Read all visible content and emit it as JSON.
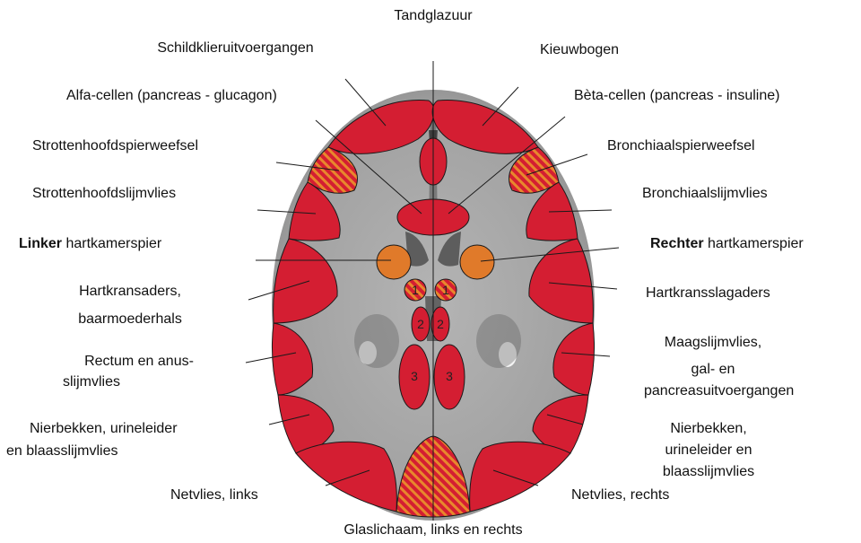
{
  "labels": {
    "tandglazuur": "Tandglazuur",
    "schildklier": "Schildklieruitvoergangen",
    "kieuwbogen": "Kieuwbogen",
    "alfa": "Alfa-cellen (pancreas - glucagon)",
    "beta": "Bèta-cellen (pancreas - insuline)",
    "strottenhoofdspier": "Strottenhoofdspierweefsel",
    "bronchiaalspier": "Bronchiaalspierweefsel",
    "strottenhoofdslijm": "Strottenhoofdslijmvlies",
    "bronchiaalslijm": "Bronchiaalslijmvlies",
    "linker_bold": "Linker",
    "linker_rest": " hartkamerspier",
    "rechter_bold": "Rechter",
    "rechter_rest": " hartkamerspier",
    "hartkransaders_1": "Hartkransaders,",
    "hartkransaders_2": "baarmoederhals",
    "hartkransslagaders": "Hartkransslagaders",
    "rectum_1": "Rectum en anus-",
    "rectum_2": "slijmvlies",
    "maag_1": "Maagslijmvlies,",
    "maag_2": "gal- en",
    "maag_3": "pancreasuitvoergangen",
    "nier_links_1": "Nierbekken, urineleider",
    "nier_links_2": "en blaasslijmvlies",
    "nier_rechts_1": "Nierbekken,",
    "nier_rechts_2": "urineleider  en",
    "nier_rechts_3": "blaasslijmvlies",
    "netvlies_links": "Netvlies, links",
    "netvlies_rechts": "Netvlies, rechts",
    "glaslichaam": "Glaslichaam, links en rechts"
  },
  "numbers": {
    "n1": "1",
    "n2": "2",
    "n3": "3"
  },
  "colors": {
    "red": "#d41e32",
    "orange": "#e8822a",
    "scan_gray": "#a9a9a9",
    "outline": "#1a1a1a"
  }
}
